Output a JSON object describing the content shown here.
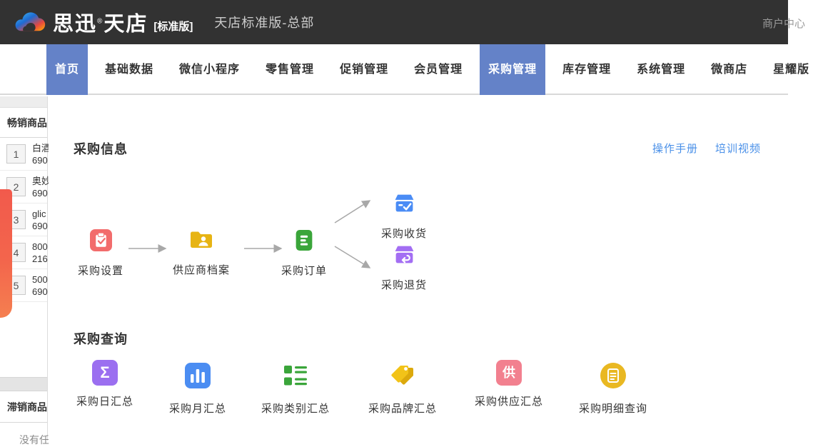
{
  "header": {
    "logo_brand": "思迅",
    "logo_reg": "®",
    "logo_product": "天店",
    "edition": "[标准版]",
    "window_title": "天店标准版-总部",
    "account_label": "商户中心"
  },
  "nav": {
    "items": [
      {
        "label": "首页",
        "active": true
      },
      {
        "label": "基础数据",
        "active": false
      },
      {
        "label": "微信小程序",
        "active": false
      },
      {
        "label": "零售管理",
        "active": false
      },
      {
        "label": "促销管理",
        "active": false
      },
      {
        "label": "会员管理",
        "active": false
      },
      {
        "label": "采购管理",
        "active": true
      },
      {
        "label": "库存管理",
        "active": false
      },
      {
        "label": "系统管理",
        "active": false
      },
      {
        "label": "微商店",
        "active": false
      },
      {
        "label": "星耀版",
        "active": false
      }
    ]
  },
  "sidebar": {
    "hot_title": "畅销商品",
    "hot_items": [
      {
        "rank": "1",
        "name": "白酒",
        "code": "690"
      },
      {
        "rank": "2",
        "name": "奥妙",
        "code": "690"
      },
      {
        "rank": "3",
        "name": "glic",
        "code": "690"
      },
      {
        "rank": "4",
        "name": "800",
        "code": "216"
      },
      {
        "rank": "5",
        "name": "500",
        "code": "690"
      }
    ],
    "slow_title": "滞销商品",
    "slow_empty": "没有任"
  },
  "main": {
    "purchase_info": {
      "title": "采购信息",
      "links": [
        {
          "label": "操作手册"
        },
        {
          "label": "培训视频"
        }
      ],
      "flow": {
        "nodes": [
          {
            "label": "采购设置",
            "icon": "clipboard-check",
            "color": "#f26c6c"
          },
          {
            "label": "供应商档案",
            "icon": "folder-person",
            "color": "#e7b414"
          },
          {
            "label": "采购订单",
            "icon": "document",
            "color": "#3aa53a"
          },
          {
            "label": "采购收货",
            "icon": "box-check",
            "color": "#4a8cf5"
          },
          {
            "label": "采购退货",
            "icon": "box-return",
            "color": "#a36ef3"
          }
        ]
      }
    },
    "purchase_query": {
      "title": "采购查询",
      "items": [
        {
          "label": "采购日汇总",
          "glyph": "Σ",
          "icon": "sigma-badge",
          "color": "#9b6ff0"
        },
        {
          "label": "采购月汇总",
          "icon": "bar-chart",
          "color": "#4b8df2"
        },
        {
          "label": "采购类别汇总",
          "icon": "category-list",
          "color": "#3aa53a"
        },
        {
          "label": "采购品牌汇总",
          "icon": "tags",
          "color": "#f2c318"
        },
        {
          "label": "采购供应汇总",
          "glyph": "供",
          "icon": "gong-badge",
          "color": "#f2808f"
        },
        {
          "label": "采购明细查询",
          "icon": "detail-doc",
          "color": "#e9b822"
        }
      ]
    }
  },
  "colors": {
    "header_bg": "#323232",
    "active_tab": "#6482c8",
    "link_blue": "#4a90e8",
    "ribbon_red": "#f25a4c"
  }
}
